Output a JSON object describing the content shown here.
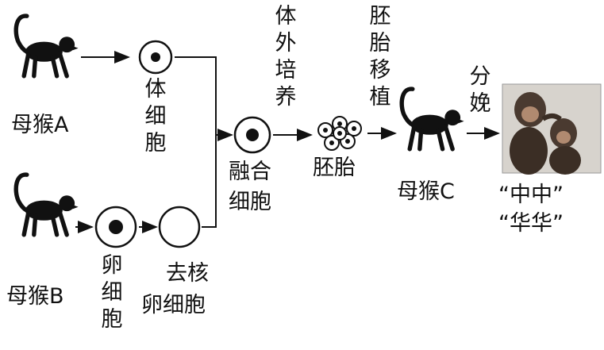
{
  "labels": {
    "monkey_a": "母猴A",
    "monkey_b": "母猴B",
    "monkey_c": "母猴C",
    "somatic_cell": "体细胞",
    "egg_cell": "卵细胞",
    "enucleated_egg": [
      "去核",
      "卵细胞"
    ],
    "fused_cell": [
      "融合",
      "细胞"
    ],
    "in_vitro_culture": "体外培养",
    "embryo": "胚胎",
    "embryo_transfer": "胚胎移植",
    "birth": "分娩",
    "offspring": [
      "“中中”",
      "“华华”"
    ]
  },
  "colors": {
    "ink": "#111111",
    "photo_bg": "#d7d3cd"
  }
}
